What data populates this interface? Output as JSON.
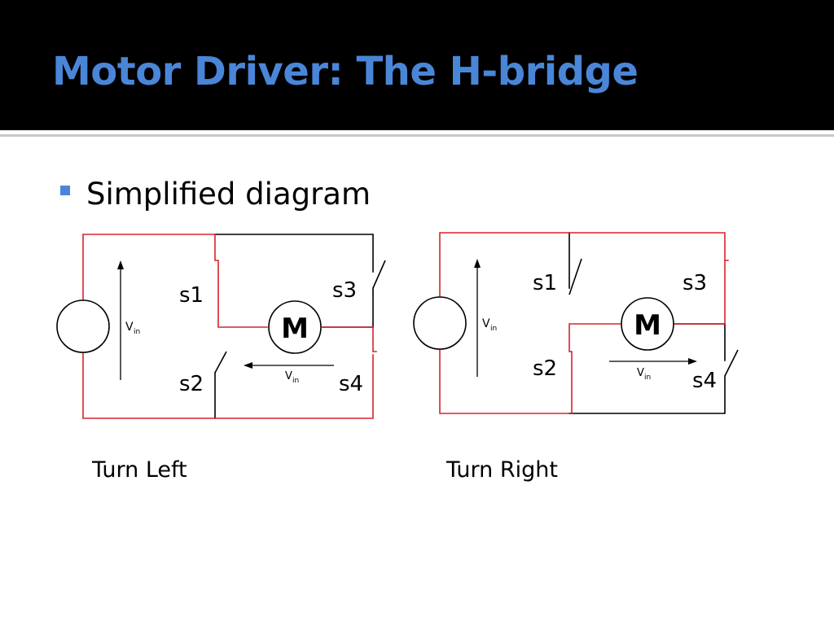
{
  "slide": {
    "title": "Motor Driver: The H-bridge",
    "bullet": "Simplified diagram"
  },
  "diagrams": [
    {
      "caption": "Turn Left",
      "source_label": "V",
      "source_sub": "in",
      "motor_label": "M",
      "current_label": "V",
      "current_sub": "in",
      "switches": [
        "s1",
        "s2",
        "s3",
        "s4"
      ]
    },
    {
      "caption": "Turn Right",
      "source_label": "V",
      "source_sub": "in",
      "motor_label": "M",
      "current_label": "V",
      "current_sub": "in",
      "switches": [
        "s1",
        "s2",
        "s3",
        "s4"
      ]
    }
  ],
  "colors": {
    "title": "#4a86d8",
    "active_path": "#d9232b",
    "inactive_wire": "#000000",
    "bullet": "#4a86d8"
  }
}
